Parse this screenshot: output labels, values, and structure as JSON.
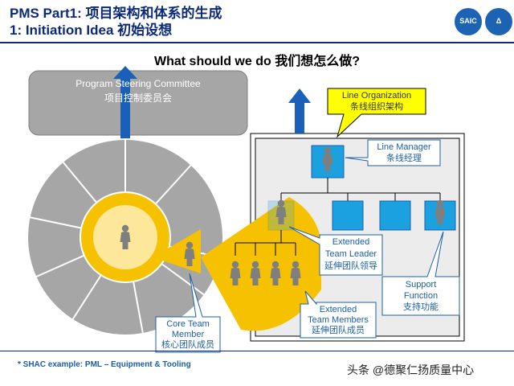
{
  "header": {
    "title_line1": "PMS Part1: 项目架构和体系的生成",
    "title_line2": "1: Initiation Idea 初始设想",
    "logo1_text": "SAIC",
    "logo2_text": "Δ"
  },
  "question": "What should we do 我们想怎么做?",
  "steering": {
    "en": "Program Steering Committee",
    "zh": "项目控制委员会"
  },
  "line_org": {
    "en": "Line Organization",
    "zh": "条线组织架构"
  },
  "line_manager": {
    "en": "Line Manager",
    "zh": "条线经理"
  },
  "team_leader": {
    "en1": "Extended",
    "en2": "Team Leader",
    "zh": "延伸团队领导"
  },
  "support": {
    "en1": "Support",
    "en2": "Function",
    "zh": "支持功能"
  },
  "team_members": {
    "en1": "Extended",
    "en2": "Team Members",
    "zh": "延伸团队成员"
  },
  "core_team": {
    "en1": "Core Team",
    "en2": "Member",
    "zh": "核心团队成员"
  },
  "footnote": "* SHAC example: PML – Equipment & Tooling",
  "watermark": "头条 @德聚仁扬质量中心",
  "colors": {
    "navy": "#0c2a78",
    "yellow": "#f6c200",
    "blue": "#1ba0e0",
    "grey": "#a6a6a6"
  },
  "icons": [
    "person-icon",
    "up-arrow-icon"
  ]
}
